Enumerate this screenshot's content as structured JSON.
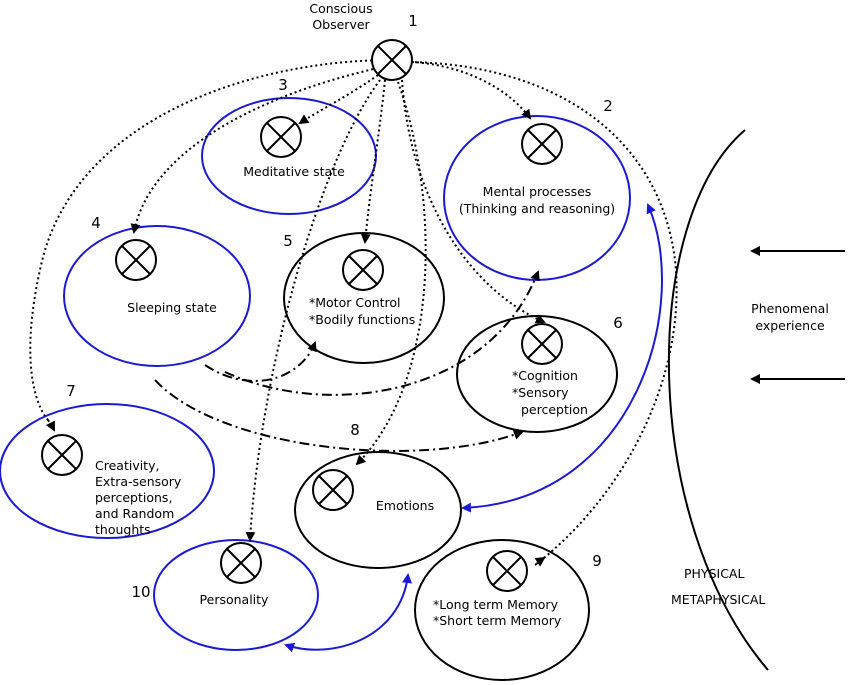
{
  "header": {
    "observer_label_1": "Conscious",
    "observer_label_2": "Observer"
  },
  "nodes": {
    "n1": {
      "number": "1"
    },
    "n2": {
      "number": "2",
      "line1": "Mental processes",
      "line2": "(Thinking and reasoning)"
    },
    "n3": {
      "number": "3",
      "line1": "Meditative state"
    },
    "n4": {
      "number": "4",
      "line1": "Sleeping state"
    },
    "n5": {
      "number": "5",
      "line1": "*Motor Control",
      "line2": "*Bodily functions"
    },
    "n6": {
      "number": "6",
      "line1": "*Cognition",
      "line2": "*Sensory",
      "line3": "perception"
    },
    "n7": {
      "number": "7",
      "line1": "Creativity,",
      "line2": "Extra-sensory",
      "line3": "perceptions,",
      "line4": "and Random",
      "line5": "thoughts"
    },
    "n8": {
      "number": "8",
      "line1": "Emotions"
    },
    "n9": {
      "number": "9",
      "line1": "*Long term Memory",
      "line2": "*Short term Memory"
    },
    "n10": {
      "number": "10",
      "line1": "Personality"
    }
  },
  "phenomenal": {
    "line1": "Phenomenal",
    "line2": "experience"
  },
  "legend": {
    "physical": "PHYSICAL",
    "physical_color": "#000000",
    "metaphysical": "METAPHYSICAL",
    "metaphysical_color": "#1a1ad6"
  },
  "icons": {
    "observer": "circle-x-icon",
    "arrowhead": "arrow-icon"
  }
}
